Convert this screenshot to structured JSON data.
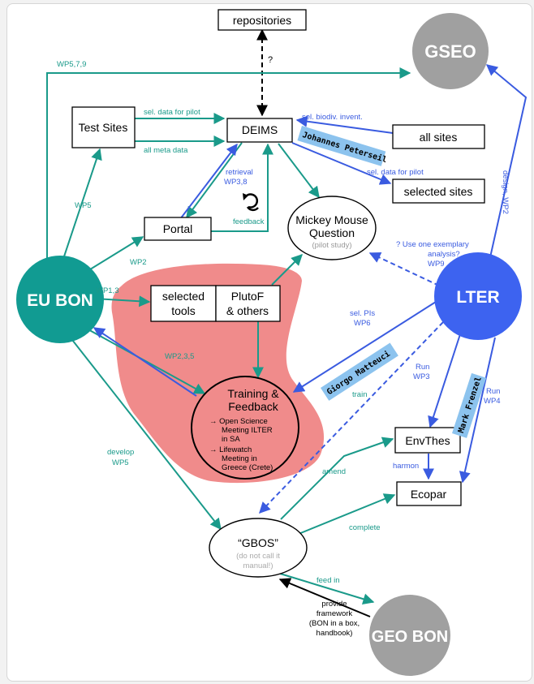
{
  "nodes": {
    "repositories": "repositories",
    "gseo": "GSEO",
    "test_sites": "Test Sites",
    "deims": "DEIMS",
    "all_sites": "all sites",
    "selected_sites": "selected sites",
    "portal": "Portal",
    "mickey_title_1": "Mickey Mouse",
    "mickey_title_2": "Question",
    "mickey_sub": "(pilot study)",
    "eu_bon": "EU BON",
    "selected_tools_1": "selected",
    "selected_tools_2": "tools",
    "plutof_1": "PlutoF",
    "plutof_2": "& others",
    "lter": "LTER",
    "training_1": "Training &",
    "training_2": "Feedback",
    "training_item1_a": "→  Open Science",
    "training_item1_b": "Meeting ILTER",
    "training_item1_c": "in SA",
    "training_item2_a": "→  Lifewatch",
    "training_item2_b": "Meeting in",
    "training_item2_c": "Greece (Crete)",
    "envthes": "EnvThes",
    "ecopar": "Ecopar",
    "gbos": "“GBOS”",
    "gbos_sub_1": "(do not call it",
    "gbos_sub_2": "manual!)",
    "geo_bon": "GEO BON"
  },
  "labels": {
    "question_mark": "?",
    "wp579": "WP5,7,9",
    "sel_data_pilot_left": "sel. data for pilot",
    "all_meta_data": "all meta data",
    "sel_biodiv": "sel. biodiv. invent.",
    "sel_data_pilot_right": "sel. data for pilot",
    "design_wp2": "design, WP2",
    "wp5": "WP5",
    "retrieval_1": "retrieval",
    "retrieval_2": "WP3,8",
    "feedback": "feedback",
    "wp2": "WP2",
    "use_exemplary_1": "? Use one exemplary",
    "use_exemplary_2": "analysis?",
    "use_exemplary_3": "WP9",
    "wp13": "WP1,3",
    "sel_pis_1": "sel. PIs",
    "sel_pis_2": "WP6",
    "wp235": "WP2,3,5",
    "train": "train",
    "run_wp3_1": "Run",
    "run_wp3_2": "WP3",
    "run_wp4_1": "Run",
    "run_wp4_2": "WP4",
    "develop_1": "develop",
    "develop_2": "WP5",
    "amend": "amend",
    "harmon": "harmon",
    "complete": "complete",
    "feed_in": "feed in",
    "provide_1": "provide",
    "provide_2": "framework",
    "provide_3": "(BON in a box,",
    "provide_4": "handbook)"
  },
  "people": {
    "johannes": "Johannes Peterseil",
    "giorgo": "Giorgo Matteuci",
    "mark": "Mark Frenzel"
  },
  "colors": {
    "teal": "#1a9a8a",
    "blue": "#3a5be0",
    "lter_blue": "#3d63f0",
    "eu_bon_teal": "#119b92",
    "grey_circle": "#a0a0a0",
    "pink_blob": "#f08b8b",
    "name_tag": "#8cc3ee"
  }
}
